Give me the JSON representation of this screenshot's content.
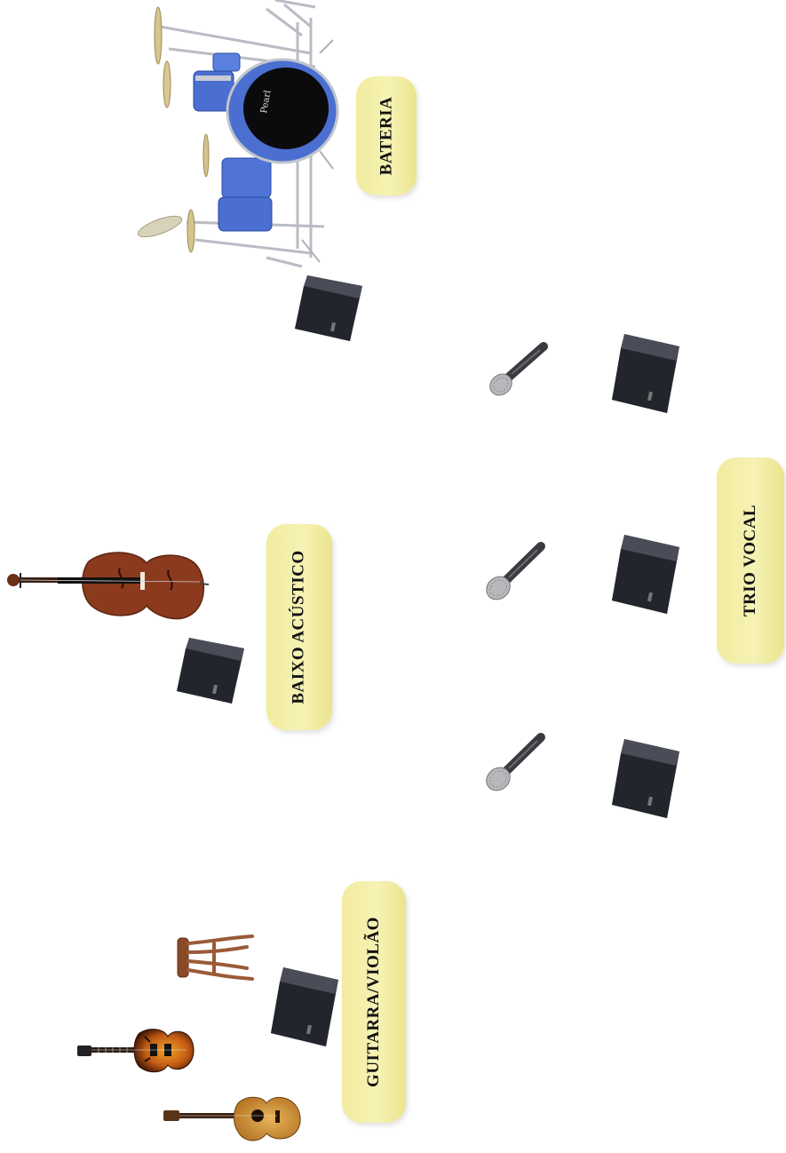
{
  "title": "",
  "labels": {
    "drums": "BATERIA",
    "acoustic_bass": "BAIXO ACÚSTICO",
    "vocal_trio": "TRIO VOCAL",
    "guitar": "GUITARRA/VIOLÃO"
  },
  "icons": {
    "drum_kit": "drum-kit-icon",
    "double_bass": "double-bass-icon",
    "monitor_speaker": "monitor-speaker-icon",
    "microphone": "microphone-icon",
    "electric_guitar": "electric-guitar-icon",
    "acoustic_guitar": "acoustic-guitar-icon",
    "stool": "stool-icon"
  },
  "colors": {
    "label_background": "#f3eea6",
    "label_text": "#111111",
    "speaker": "#2b2d36",
    "drum_shell": "#4a6fd0",
    "bass_wood": "#8b3a1e"
  }
}
